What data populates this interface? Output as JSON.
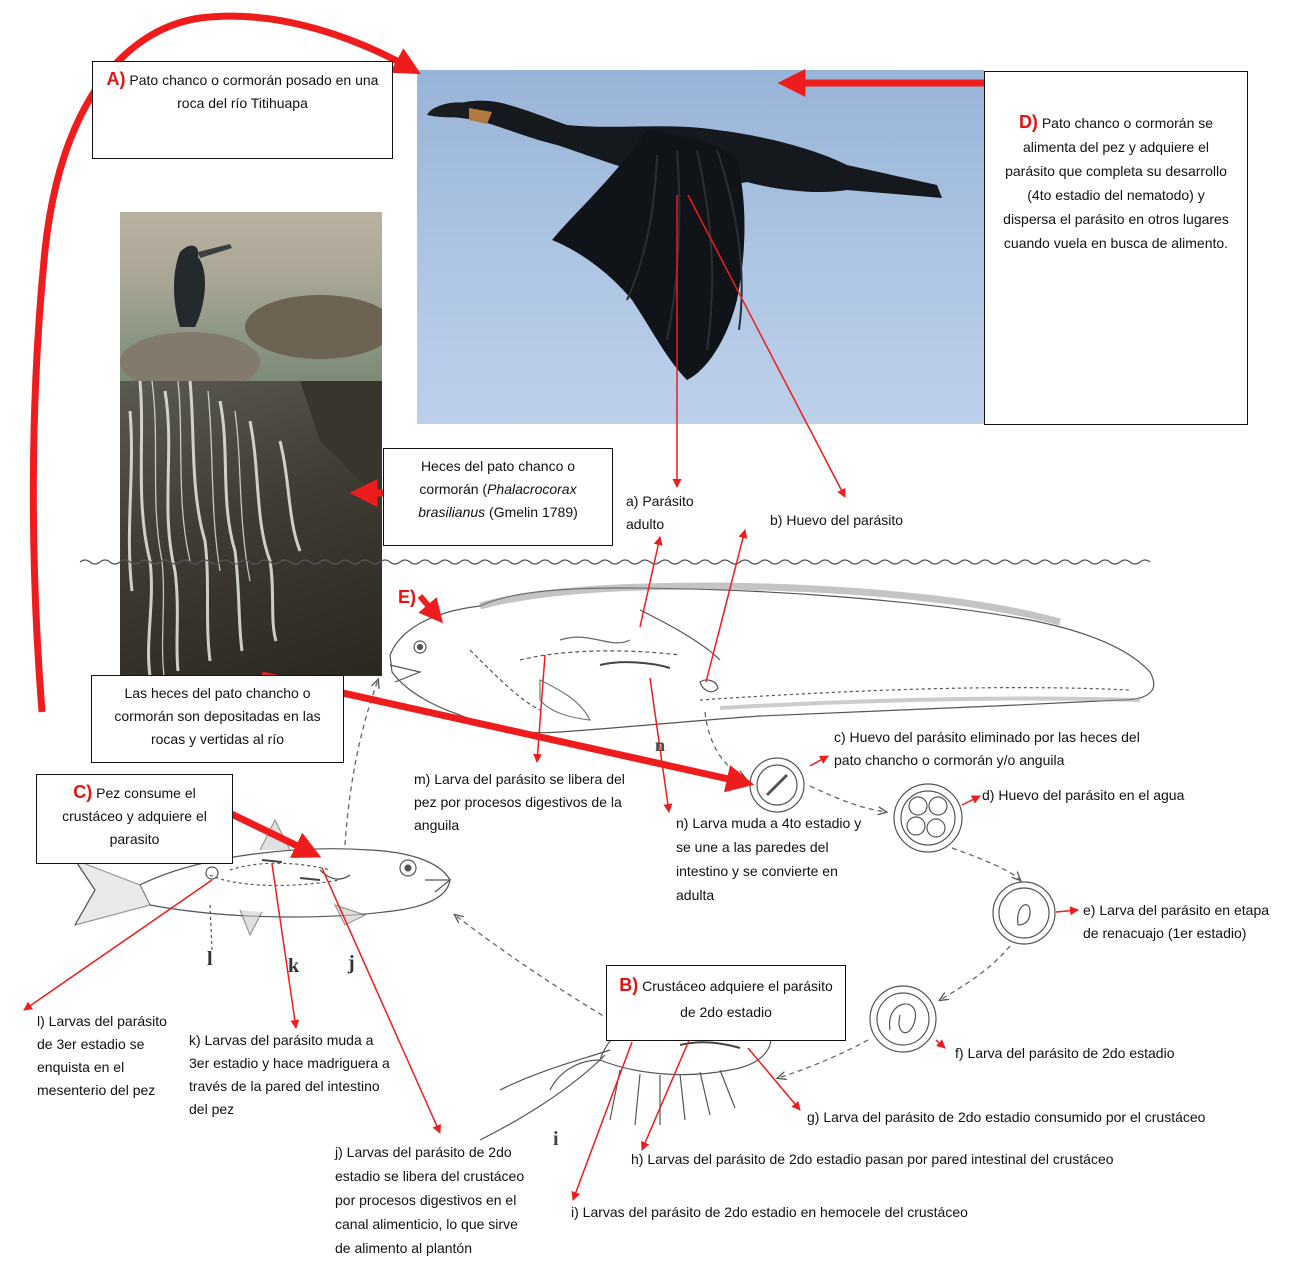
{
  "colors": {
    "arrow": "#ee1c1c",
    "sky": "#a9c2e2",
    "bird": "#14181c"
  },
  "boxA": {
    "key": "A)",
    "text": "Pato chanco o cormorán posado en una roca del río Titihuapa"
  },
  "boxD": {
    "key": "D)",
    "text": "Pato chanco o cormorán se alimenta del pez y adquiere el parásito que completa su desarrollo (4to estadio del nematodo) y dispersa el parásito en otros lugares cuando vuela en busca de alimento."
  },
  "boxHeces": {
    "line1": "Heces del pato chanco o cormorán (",
    "species": "Phalacrocorax brasilianus",
    "line2": " (Gmelin 1789)"
  },
  "boxDeposit": {
    "text": "Las heces del pato chancho o cormorán son depositadas en las rocas y vertidas al río"
  },
  "boxC": {
    "key": "C)",
    "text": "Pez consume el crustáceo y adquiere el parasito"
  },
  "boxB": {
    "key": "B)",
    "text": "Crustáceo adquiere el parásito de 2do estadio"
  },
  "markerE": "E)",
  "labels": {
    "a": "a) Parásito adulto",
    "b": "b) Huevo del parásito",
    "c": "c) Huevo del parásito eliminado por las heces del pato chancho o cormorán y/o anguila",
    "d": "d) Huevo del parásito en el agua",
    "e": "e) Larva del parásito en etapa de renacuajo (1er estadio)",
    "f": "f) Larva del parásito de  2do estadio",
    "g": "g) Larva del parásito de 2do estadio consumido por el crustáceo",
    "h": "h)  Larvas del parásito de 2do estadio pasan por pared intestinal del crustáceo",
    "i": "i) Larvas del parásito de 2do estadio en hemocele del crustáceo",
    "j": "j) Larvas del parásito de 2do estadio se libera del crustáceo por procesos digestivos en el canal alimenticio, lo que sirve de alimento al plantón",
    "k": "k) Larvas del parásito muda a 3er estadio y hace madriguera a través de la pared del intestino del pez",
    "l": "l) Larvas del parásito de 3er estadio se enquista en el mesenterio del pez",
    "m": "m) Larva del parásito se libera del pez por procesos digestivos de la anguila",
    "n": "n) Larva muda a 4to estadio y se une a las paredes del intestino y se convierte en adulta"
  },
  "fishLetters": {
    "l": "l",
    "k": "k",
    "j": "j"
  },
  "eelLetter": "n",
  "crustLetter": "i"
}
